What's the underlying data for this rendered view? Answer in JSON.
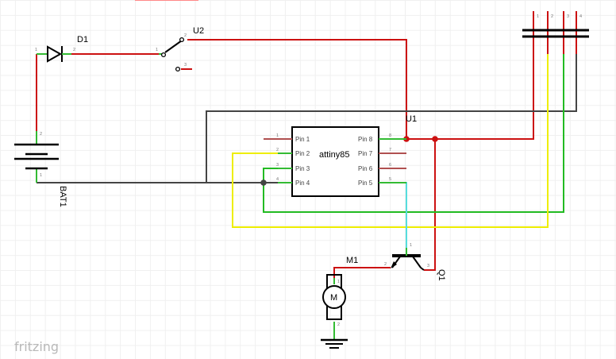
{
  "app": {
    "watermark": "fritzing"
  },
  "parts": {
    "d1": {
      "label": "D1",
      "pin1": "1",
      "pin2": "2"
    },
    "u2": {
      "label": "U2",
      "pin1": "1",
      "pin2": "2",
      "pin3": "3"
    },
    "u1": {
      "label": "U1",
      "chip_name": "attiny85",
      "left_pins": [
        {
          "num": "1",
          "name": "Pin 1"
        },
        {
          "num": "2",
          "name": "Pin 2"
        },
        {
          "num": "3",
          "name": "Pin 3"
        },
        {
          "num": "4",
          "name": "Pin 4"
        }
      ],
      "right_pins": [
        {
          "num": "8",
          "name": "Pin 8"
        },
        {
          "num": "7",
          "name": "Pin 7"
        },
        {
          "num": "6",
          "name": "Pin 6"
        },
        {
          "num": "5",
          "name": "Pin 5"
        }
      ]
    },
    "bat1": {
      "label": "BAT1",
      "pin1": "1",
      "pin2": "2"
    },
    "m1": {
      "label": "M1",
      "symbol": "M",
      "pin1": "1",
      "pin2": "2"
    },
    "q1": {
      "label": "Q1",
      "pin1": "1",
      "pin2": "2",
      "pin3": "3"
    },
    "header": {
      "pins": [
        "1",
        "2",
        "3",
        "4"
      ]
    }
  },
  "wire_colors": {
    "power": "#cc1111",
    "ground": "#444444",
    "green": "#22bb22",
    "yellow": "#eeee00",
    "cyan": "#55dddd"
  }
}
